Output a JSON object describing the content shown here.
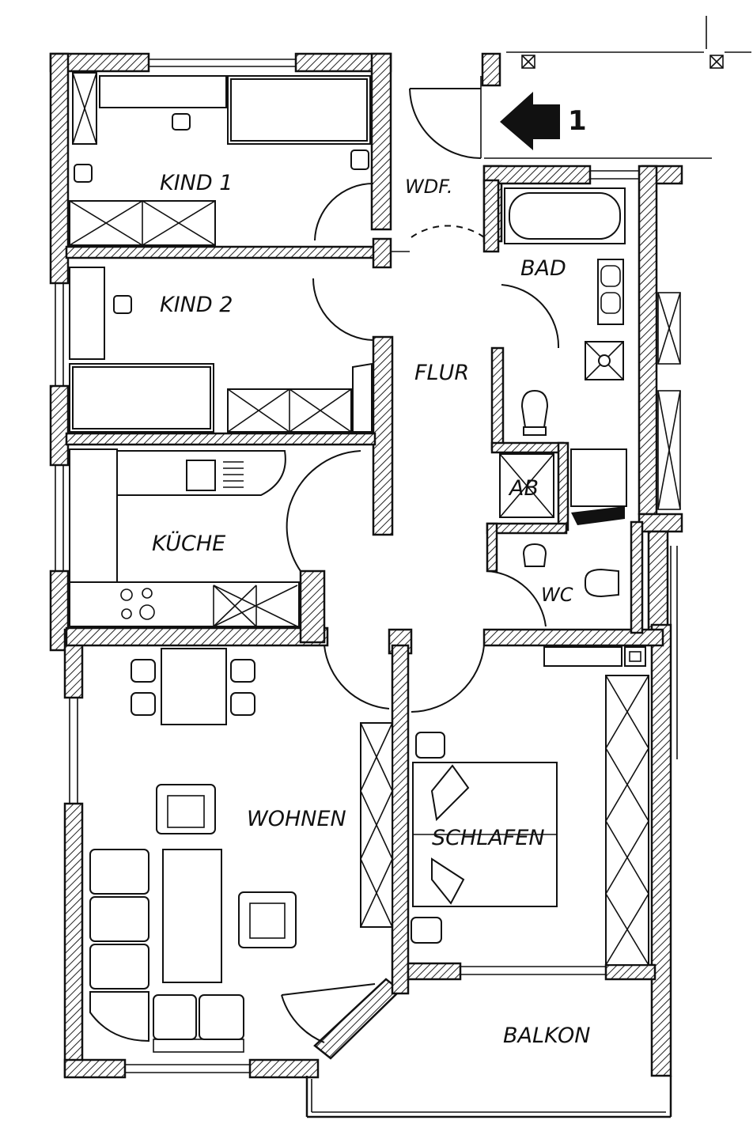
{
  "rooms": {
    "kind1": "KIND 1",
    "kind2": "KIND 2",
    "kueche": "KÜCHE",
    "wdf": "WDF.",
    "flur": "FLUR",
    "bad": "BAD",
    "ab": "AB",
    "wc": "WC",
    "wohnen": "WOHNEN",
    "schlafen": "SCHLAFEN",
    "balkon": "BALKON"
  },
  "entrance_marker": "1"
}
